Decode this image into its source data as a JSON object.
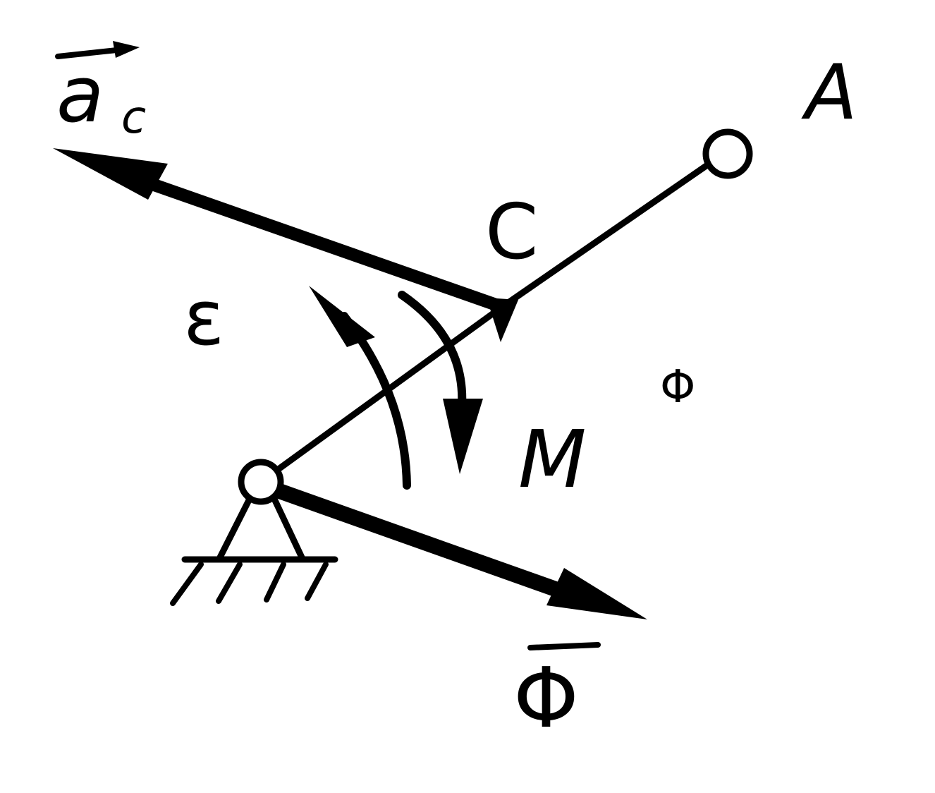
{
  "diagram": {
    "stroke_color": "#000000",
    "background": "#ffffff",
    "labels": {
      "acceleration_vector": "a",
      "acceleration_subscript": "c",
      "point_a": "A",
      "point_c": "C",
      "angular_acceleration": "ε",
      "moment": "M",
      "moment_superscript": "Φ",
      "inertia_force": "Φ"
    }
  }
}
